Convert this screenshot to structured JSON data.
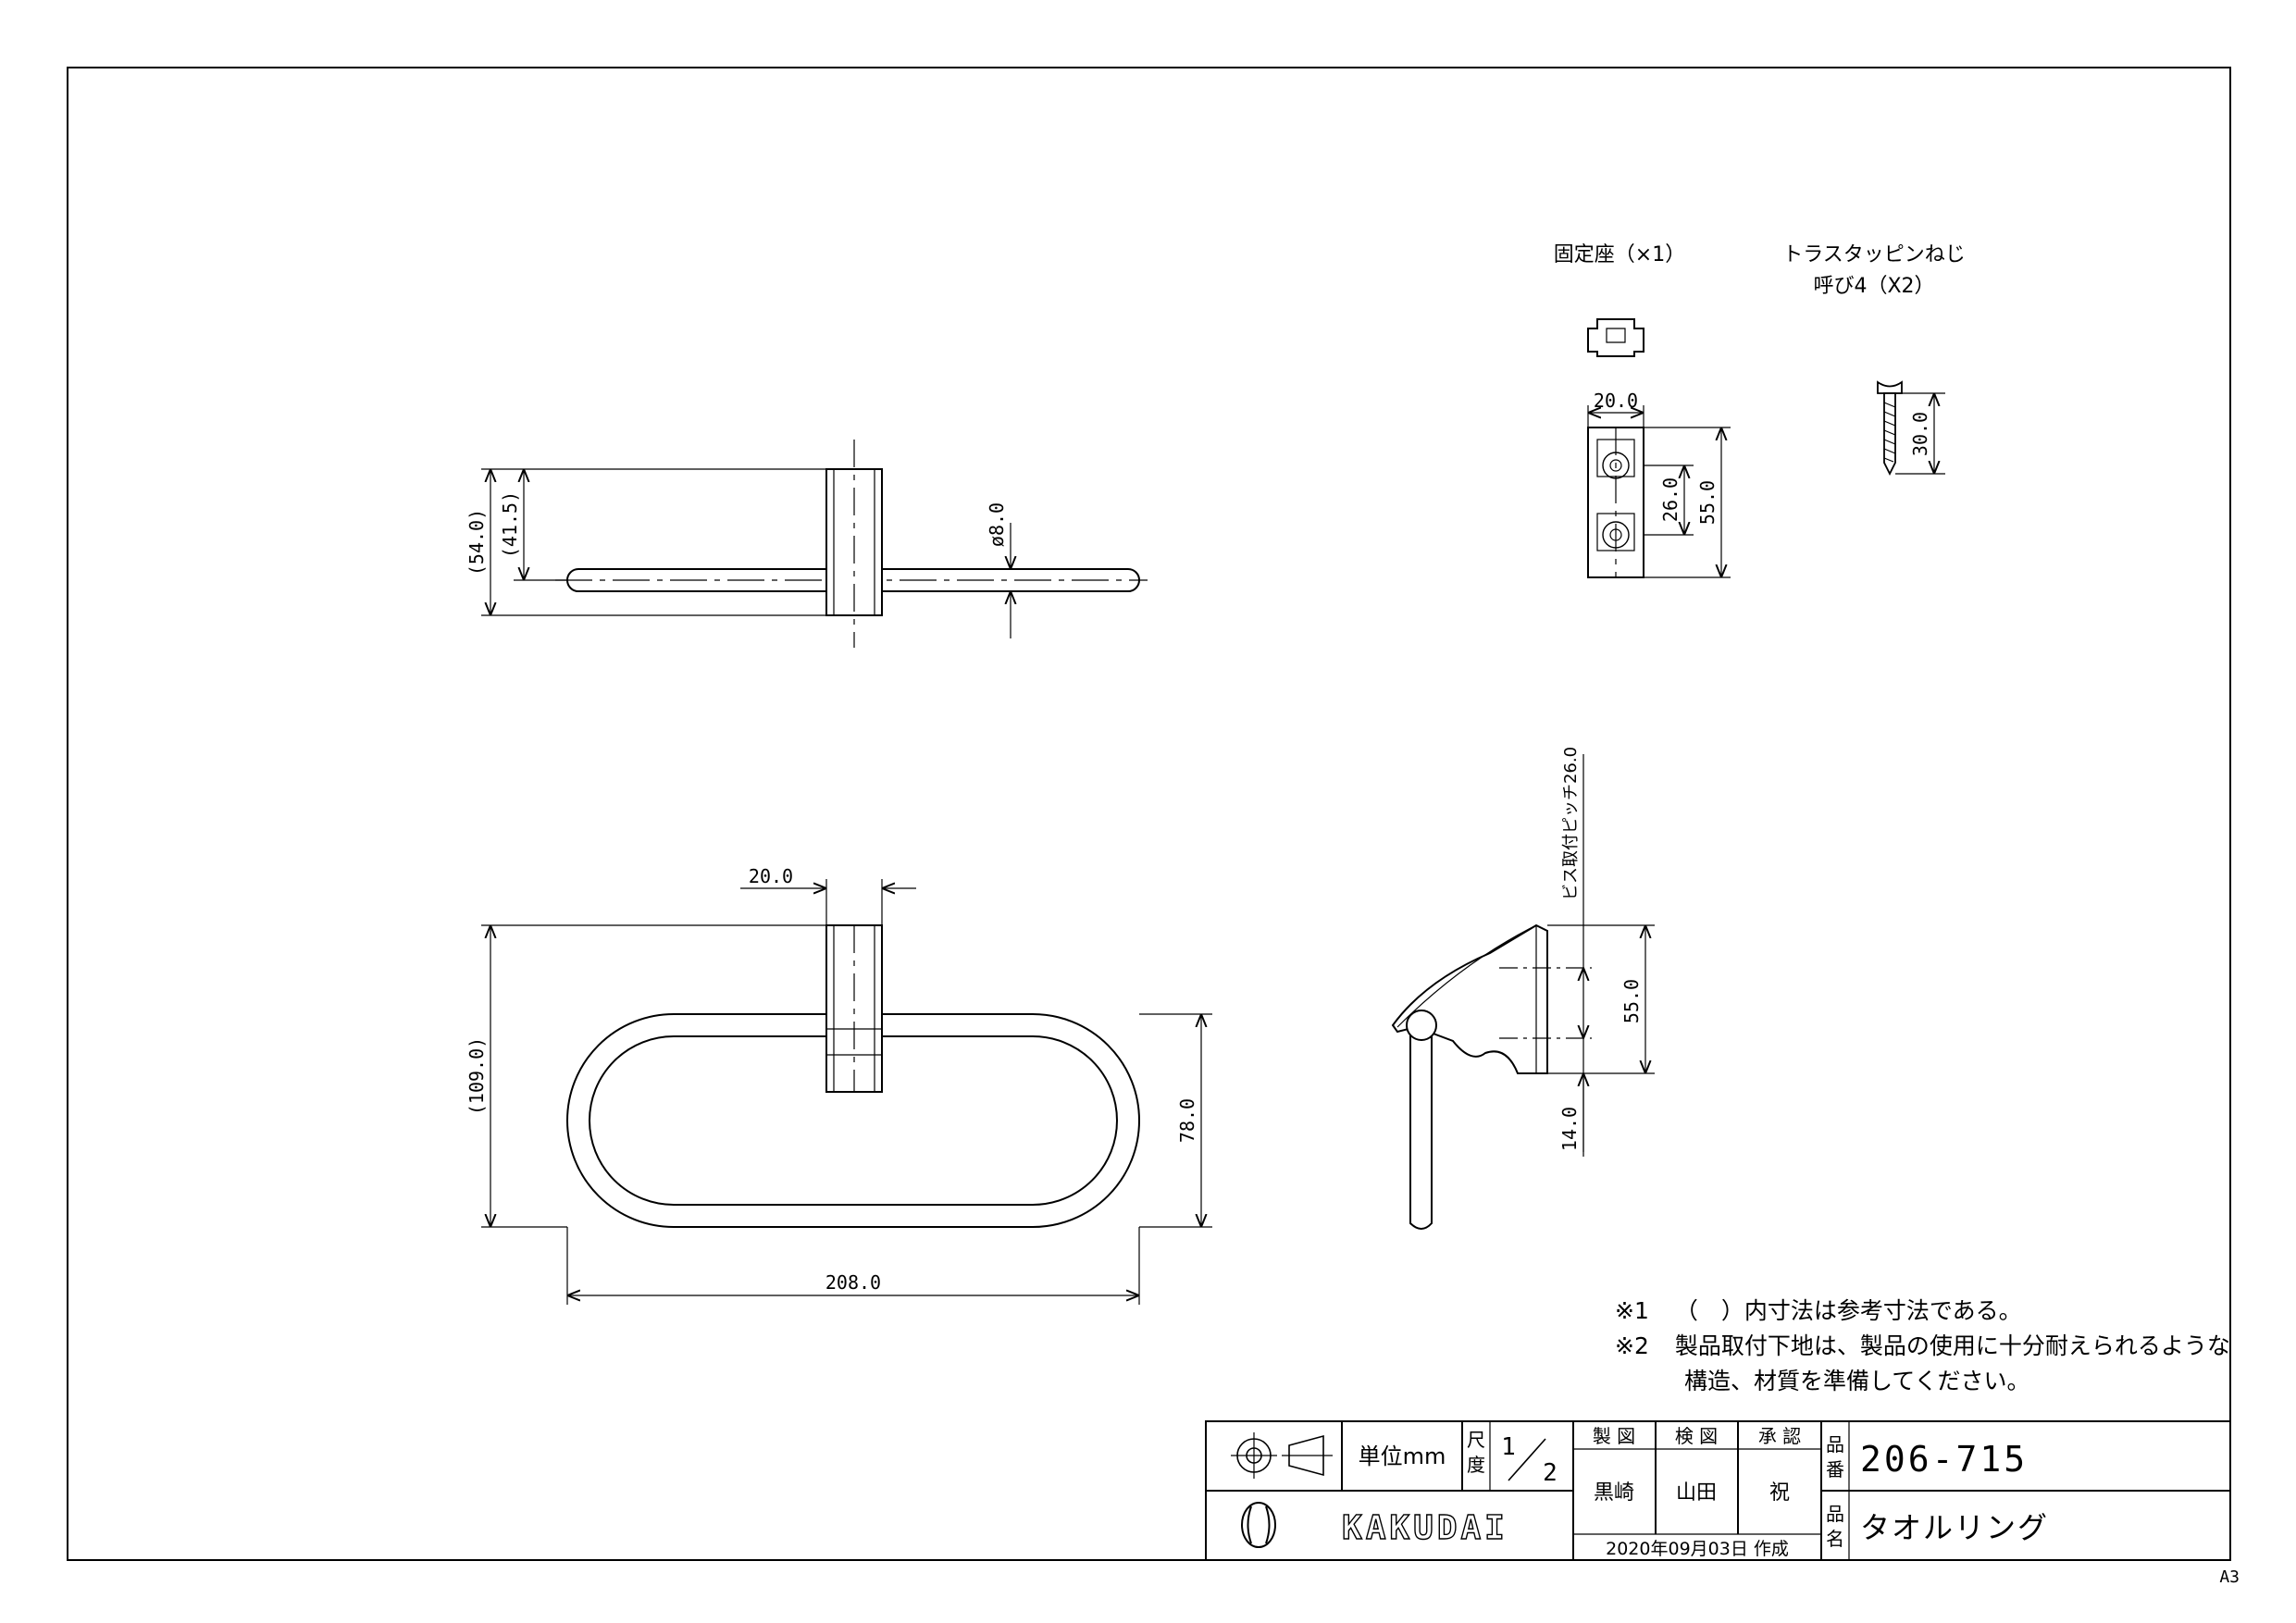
{
  "sheet": {
    "size": "A3"
  },
  "parts": {
    "fixing_seat": {
      "label": "固定座（×1）"
    },
    "screw": {
      "label_line1": "トラスタッピンねじ",
      "label_line2": "呼び4（X2）"
    }
  },
  "dimensions": {
    "top_view": {
      "overall_depth": "(54.0)",
      "bar_offset": "(41.5)",
      "bar_diameter": "ø8.0"
    },
    "front_view": {
      "post_width": "20.0",
      "overall_height": "(109.0)",
      "ring_height": "78.0",
      "ring_width": "208.0"
    },
    "fixing_seat": {
      "width": "20.0",
      "screw_pitch": "26.0",
      "height": "55.0"
    },
    "screw": {
      "length": "30.0"
    },
    "side_view": {
      "pitch_note": "ビス取付ピッチ26.0",
      "height": "55.0",
      "offset": "14.0"
    }
  },
  "notes": [
    {
      "mark": "※1",
      "text": "（　）内寸法は参考寸法である。"
    },
    {
      "mark": "※2",
      "text": "製品取付下地は、製品の使用に十分耐えられるような"
    },
    {
      "mark": "",
      "text": "構造、材質を準備してください。"
    }
  ],
  "title_block": {
    "unit_label": "単位mm",
    "scale_label_1": "尺",
    "scale_label_2": "度",
    "scale_num": "1",
    "scale_den": "2",
    "roles": [
      "製 図",
      "検 図",
      "承 認"
    ],
    "names": [
      "黒崎",
      "山田",
      "祝"
    ],
    "brand": "KAKUDAI",
    "date": "2020年09月03日 作成",
    "part_no_label_1": "品",
    "part_no_label_2": "番",
    "part_no": "206-715",
    "part_name_label_1": "品",
    "part_name_label_2": "名",
    "part_name": "タオルリング"
  }
}
